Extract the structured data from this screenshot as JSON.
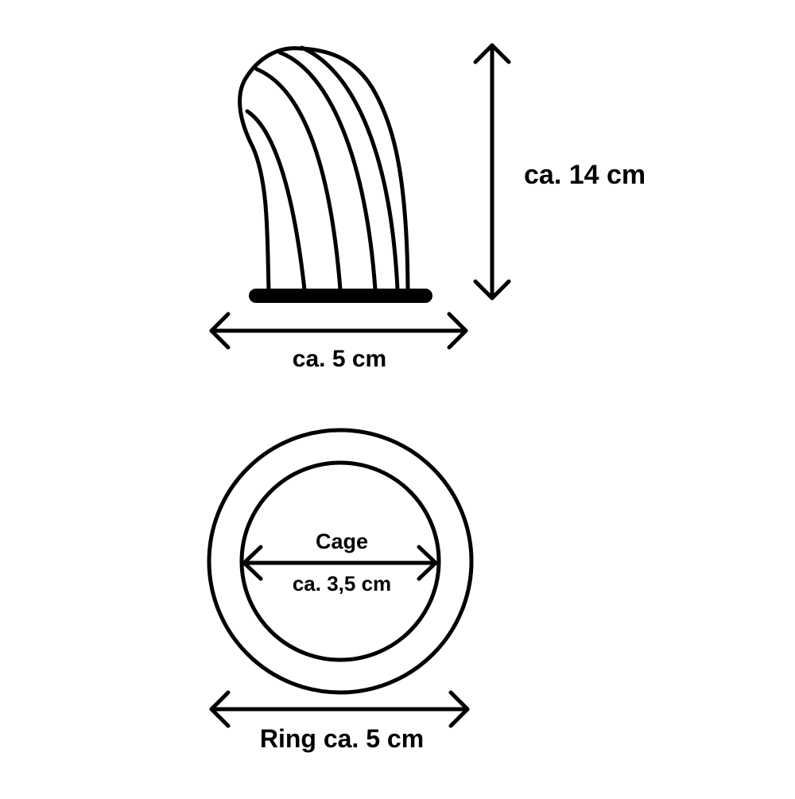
{
  "side_view": {
    "height_label": "ca. 14 cm",
    "width_label": "ca. 5 cm"
  },
  "top_view": {
    "cage_label": "Cage",
    "cage_diameter_label": "ca. 3,5 cm",
    "ring_label": "Ring ca. 5 cm"
  },
  "colors": {
    "line": "#000000",
    "background": "#ffffff"
  }
}
